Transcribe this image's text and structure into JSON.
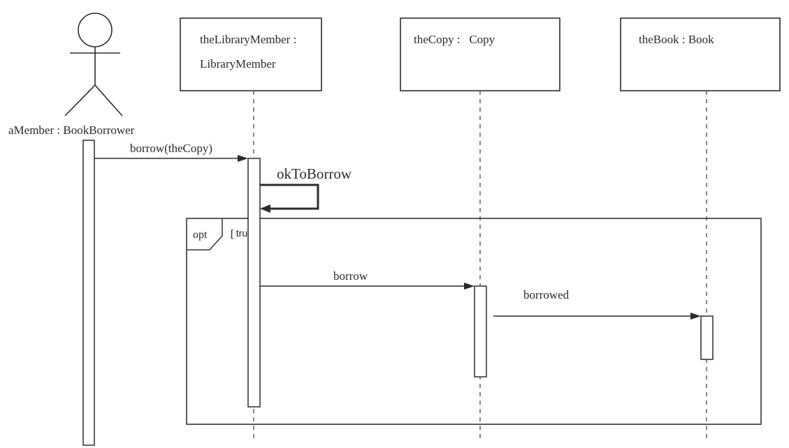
{
  "participants": {
    "actor": {
      "label": "aMember : BookBorrower",
      "icon": "stick-figure-icon"
    },
    "library_member": {
      "line1": "theLibraryMember :",
      "line2": "LibraryMember"
    },
    "copy": {
      "label": "theCopy :   Copy"
    },
    "book": {
      "label": "theBook : Book"
    }
  },
  "messages": {
    "borrow_the_copy": "borrow(theCopy)",
    "ok_to_borrow": "okToBorrow",
    "borrow": "borrow",
    "borrowed": "borrowed"
  },
  "fragment": {
    "operator": "opt",
    "guard": "[ true ]"
  }
}
